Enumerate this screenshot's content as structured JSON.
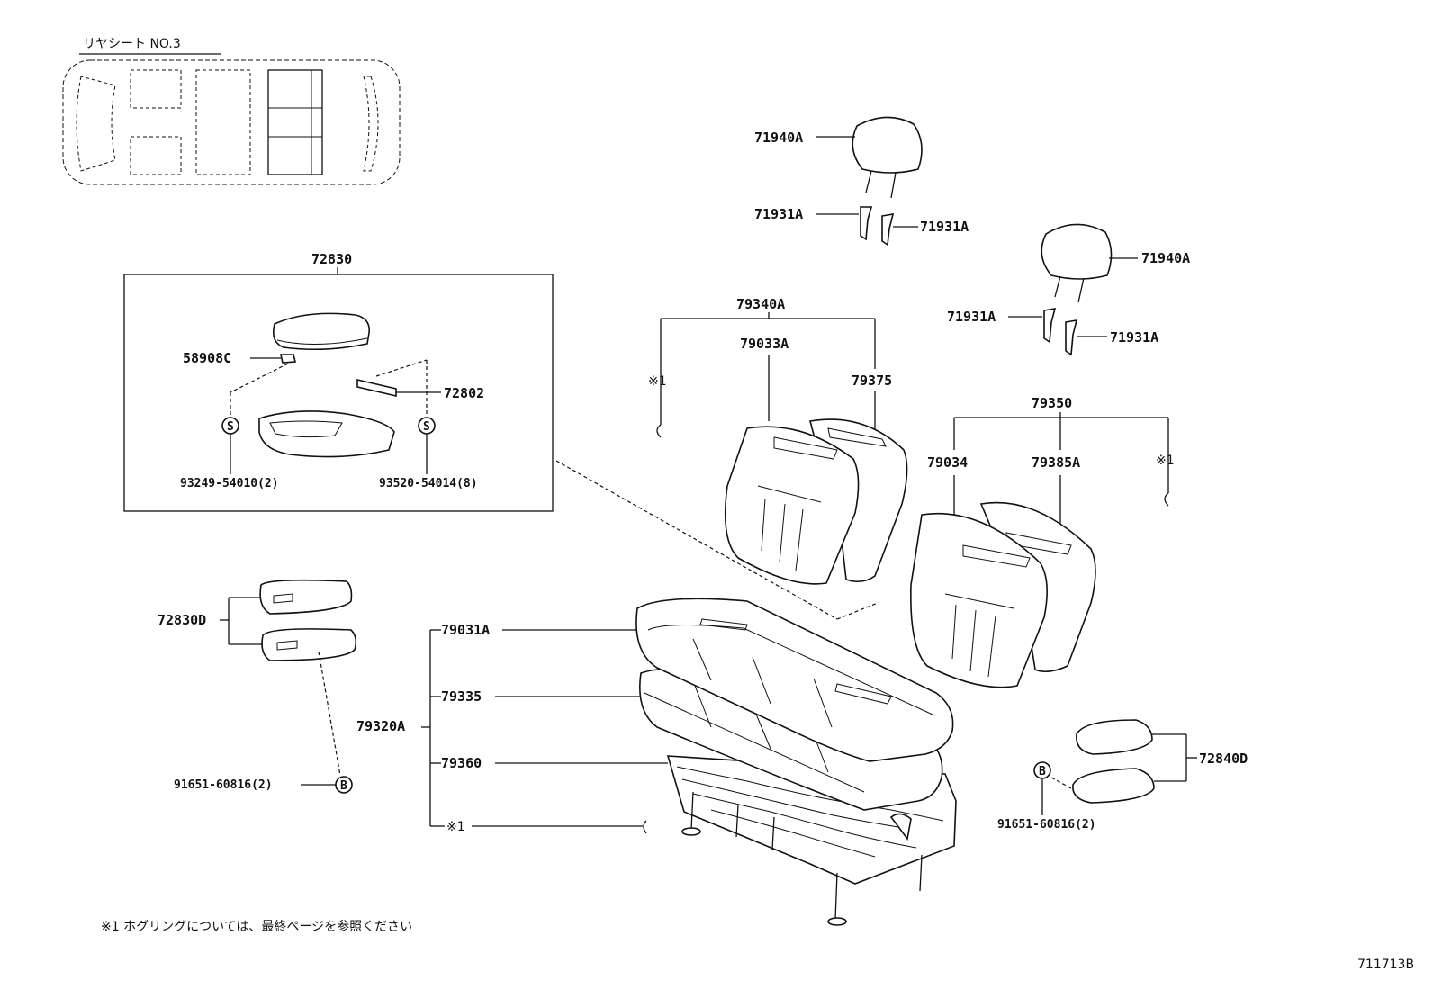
{
  "header": {
    "title": "リヤシート NO.3"
  },
  "box": {
    "label": "72830"
  },
  "labels": {
    "p71940A_1": "71940A",
    "p71931A_1": "71931A",
    "p71931A_2": "71931A",
    "p71940A_2": "71940A",
    "p71931A_3": "71931A",
    "p71931A_4": "71931A",
    "p79340A": "79340A",
    "p79033A": "79033A",
    "p79375": "79375",
    "ref1_a": "※1",
    "p79350": "79350",
    "p79034": "79034",
    "p79385A": "79385A",
    "ref1_b": "※1",
    "p58908C": "58908C",
    "p72802": "72802",
    "p93249": "93249-54010(2)",
    "p93520": "93520-54014(8)",
    "p72830D": "72830D",
    "p79031A": "79031A",
    "p79335": "79335",
    "p79320A": "79320A",
    "p79360": "79360",
    "ref1_c": "※1",
    "p91651_left": "91651-60816(2)",
    "p91651_right": "91651-60816(2)",
    "p72840D": "72840D",
    "mark_s1": "S",
    "mark_s2": "S",
    "mark_b1": "B",
    "mark_b2": "B"
  },
  "footnote": "※1 ホグリングについては、最終ページを参照ください",
  "figure_id": "711713B"
}
